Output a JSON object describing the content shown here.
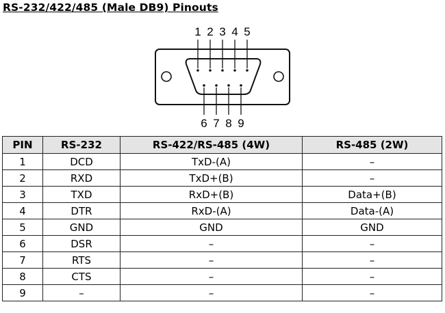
{
  "title": "RS-232/422/485 (Male DB9) Pinouts",
  "connector": {
    "top_pins": [
      "1",
      "2",
      "3",
      "4",
      "5"
    ],
    "bottom_pins": [
      "6",
      "7",
      "8",
      "9"
    ]
  },
  "table": {
    "headers": [
      "PIN",
      "RS-232",
      "RS-422/RS-485 (4W)",
      "RS-485 (2W)"
    ],
    "rows": [
      [
        "1",
        "DCD",
        "TxD-(A)",
        "–"
      ],
      [
        "2",
        "RXD",
        "TxD+(B)",
        "–"
      ],
      [
        "3",
        "TXD",
        "RxD+(B)",
        "Data+(B)"
      ],
      [
        "4",
        "DTR",
        "RxD-(A)",
        "Data-(A)"
      ],
      [
        "5",
        "GND",
        "GND",
        "GND"
      ],
      [
        "6",
        "DSR",
        "–",
        "–"
      ],
      [
        "7",
        "RTS",
        "–",
        "–"
      ],
      [
        "8",
        "CTS",
        "–",
        "–"
      ],
      [
        "9",
        "–",
        "–",
        "–"
      ]
    ]
  }
}
